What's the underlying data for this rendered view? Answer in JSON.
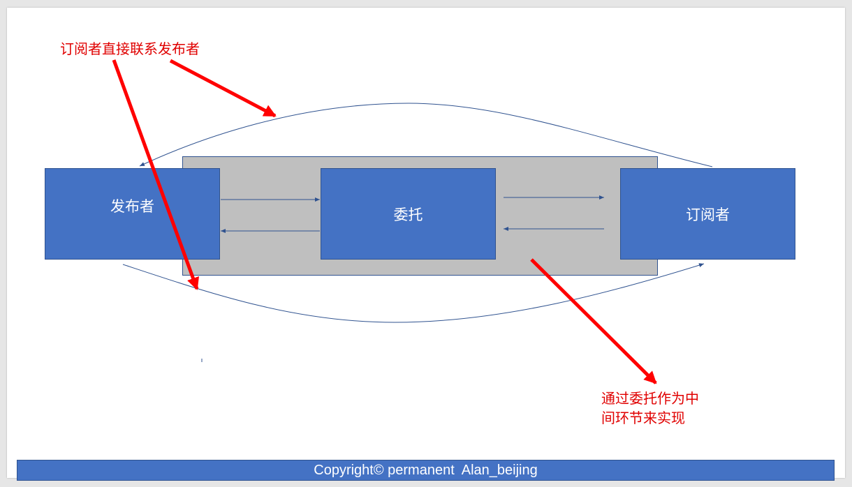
{
  "nodes": {
    "publisher": "发布者",
    "delegate": "委托",
    "subscriber": "订阅者"
  },
  "annotations": {
    "direct_contact": "订阅者直接联系发布者",
    "via_delegate_line1": "通过委托作为中",
    "via_delegate_line2": "间环节来实现"
  },
  "footer": {
    "copyright": "Copyright© permanent  Alan_beijing"
  },
  "colors": {
    "box_fill": "#4472c4",
    "box_border": "#2f528f",
    "band_fill": "#bfbfbf",
    "annotation_red": "#e00000",
    "connector_blue": "#2f528f"
  }
}
